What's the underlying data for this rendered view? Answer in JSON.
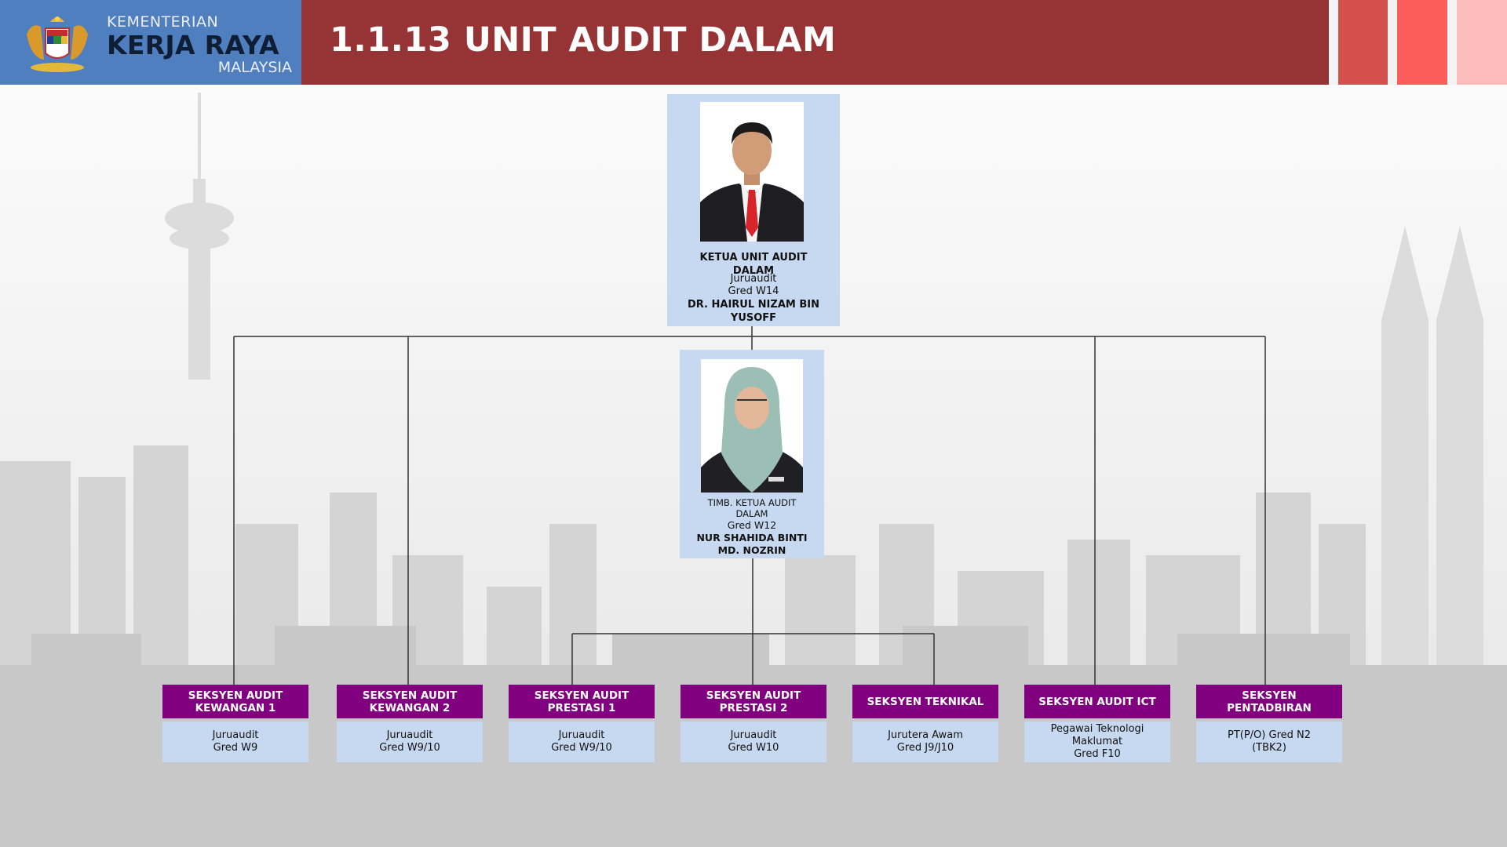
{
  "header": {
    "ministry_line1": "KEMENTERIAN",
    "ministry_line2": "KERJA RAYA",
    "ministry_line3": "MALAYSIA",
    "title": "1.1.13 UNIT AUDIT DALAM",
    "colors": {
      "logo_bg": "#4f7fbf",
      "title_bg": "#963335",
      "stripes": [
        "#d4504c",
        "#fb5d5b",
        "#fdbcbc"
      ]
    }
  },
  "head_officer": {
    "role": "KETUA UNIT AUDIT DALAM",
    "position": "Juruaudit",
    "grade": "Gred W14",
    "name": "DR. HAIRUL NIZAM BIN YUSOFF"
  },
  "deputy_officer": {
    "role": "TIMB. KETUA AUDIT DALAM",
    "grade": "Gred W12",
    "name": "NUR SHAHIDA BINTI MD. NOZRIN"
  },
  "sections": [
    {
      "title": "SEKSYEN AUDIT KEWANGAN 1",
      "lines": [
        "Juruaudit",
        "Gred W9"
      ]
    },
    {
      "title": "SEKSYEN AUDIT KEWANGAN 2",
      "lines": [
        "Juruaudit",
        "Gred W9/10"
      ]
    },
    {
      "title": "SEKSYEN AUDIT PRESTASI 1",
      "lines": [
        "Juruaudit",
        "Gred W9/10"
      ]
    },
    {
      "title": "SEKSYEN AUDIT PRESTASI 2",
      "lines": [
        "Juruaudit",
        "Gred W10"
      ]
    },
    {
      "title": "SEKSYEN TEKNIKAL",
      "lines": [
        "Jurutera Awam",
        "Gred J9/J10"
      ]
    },
    {
      "title": "SEKSYEN AUDIT ICT",
      "lines": [
        "Pegawai Teknologi Maklumat",
        "Gred F10"
      ]
    },
    {
      "title": "SEKSYEN PENTADBIRAN",
      "lines": [
        "PT(P/O) Gred N2",
        "(TBK2)"
      ]
    }
  ],
  "colors": {
    "section_header": "#800080",
    "card_fill": "#c6d9f0",
    "connector": "#333333"
  }
}
